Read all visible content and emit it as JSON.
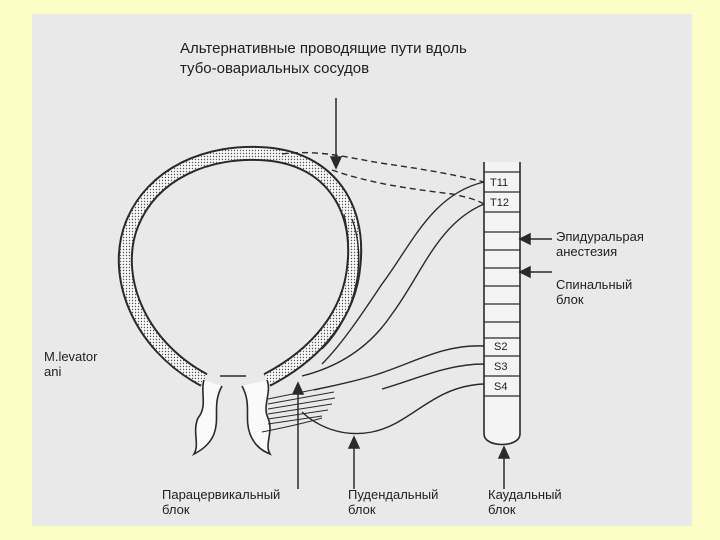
{
  "title": {
    "line1": "Альтернативные проводящие пути вдоль",
    "line2": "тубо-овариальных сосудов"
  },
  "labels": {
    "epidural_line1": "Эпидуральрая",
    "epidural_line2": "анестезия",
    "spinal_line1": "Спинальный",
    "spinal_line2": "блок",
    "levator_line1": "M.levator",
    "levator_line2": "ani",
    "paracervical_line1": "Парацервикальный",
    "paracervical_line2": "блок",
    "pudendal_line1": "Пудендальный",
    "pudendal_line2": "блок",
    "caudal_line1": "Каудальный",
    "caudal_line2": "блок"
  },
  "segments": {
    "t11": "T11",
    "t12": "T12",
    "s2": "S2",
    "s3": "S3",
    "s4": "S4"
  },
  "colors": {
    "page_background": "#fdfdc8",
    "slide_background": "#e9e9e9",
    "ink": "#2a2a2a"
  }
}
